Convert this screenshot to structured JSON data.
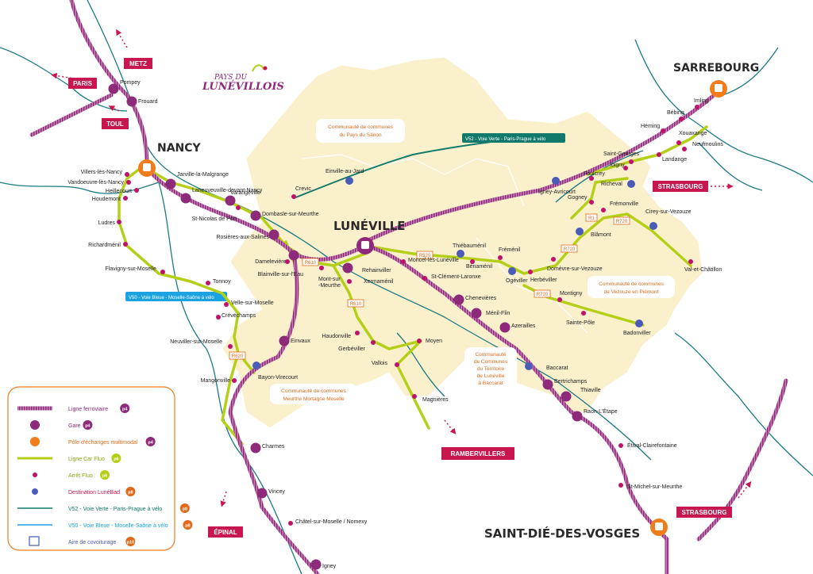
{
  "logo": {
    "line1": "PAYS DU",
    "line2": "LUNÉVILLOIS"
  },
  "cities": [
    {
      "name": "NANCY",
      "size": 14
    },
    {
      "name": "LUNÉVILLE",
      "size": 15
    },
    {
      "name": "SARREBOURG",
      "size": 14
    },
    {
      "name": "SAINT-DIÉ-DES-VOSGES",
      "size": 15
    }
  ],
  "directions": [
    {
      "label": "METZ"
    },
    {
      "label": "PARIS"
    },
    {
      "label": "TOUL"
    },
    {
      "label": "STRASBOURG"
    },
    {
      "label": "RAMBERVILLERS"
    },
    {
      "label": "ÉPINAL"
    },
    {
      "label": "STRASBOURG"
    }
  ],
  "communities": [
    {
      "lines": [
        "Communauté de communes",
        "du Pays du Sânon"
      ]
    },
    {
      "lines": [
        "Communauté de communes",
        "de Vezouze en Piémont"
      ]
    },
    {
      "lines": [
        "Communauté",
        "de Communes",
        "du Territoire",
        "de Lunéville",
        "à Baccarat"
      ]
    },
    {
      "lines": [
        "Communauté de communes",
        "Meurthe Mortagne Moselle"
      ]
    }
  ],
  "cycle_routes": [
    {
      "label": "V52 - Voie Verte - Paris-Prague à vélo"
    },
    {
      "label": "V50 - Voie Bleue - Moselle-Saône à vélo"
    }
  ],
  "road_labels": [
    "R520",
    "R720",
    "R720",
    "R720",
    "R610",
    "R610",
    "R620",
    "R1"
  ],
  "stations": [
    {
      "name": "Pompey"
    },
    {
      "name": "Frouard"
    },
    {
      "name": "Villers-lès-Nancy"
    },
    {
      "name": "Vandoeuvre-lès-Nancy"
    },
    {
      "name": "Heillecourt"
    },
    {
      "name": "Houdemont"
    },
    {
      "name": "Jarville-la-Malgrange"
    },
    {
      "name": "Laneuveuville-devant-Nancy"
    },
    {
      "name": "Varangéville"
    },
    {
      "name": "Dombasle-sur-Meurthe"
    },
    {
      "name": "St-Nicolas de Port"
    },
    {
      "name": "Rosières-aux-Salines"
    },
    {
      "name": "Ludres"
    },
    {
      "name": "Richardménil"
    },
    {
      "name": "Flavigny-sur-Moselle"
    },
    {
      "name": "Tonnoy"
    },
    {
      "name": "Velle-sur-Moselle"
    },
    {
      "name": "Crévéchamps"
    },
    {
      "name": "Neuviller-sur-Moselle"
    },
    {
      "name": "Bayon-Virecourt"
    },
    {
      "name": "Mangonville"
    },
    {
      "name": "Einvaux"
    },
    {
      "name": "Charmes"
    },
    {
      "name": "Vincey"
    },
    {
      "name": "Châtel-sur-Moselle / Nomexy"
    },
    {
      "name": "Igney"
    },
    {
      "name": "Damelevières"
    },
    {
      "name": "Blainville-sur-l'Eau"
    },
    {
      "name": "Mont-sur\n-Meurthe"
    },
    {
      "name": "Rehainviller"
    },
    {
      "name": "Xermaménil"
    },
    {
      "name": "Haudonville"
    },
    {
      "name": "Gerbéviller"
    },
    {
      "name": "Moyen"
    },
    {
      "name": "Vallois"
    },
    {
      "name": "Magnières"
    },
    {
      "name": "Crevic"
    },
    {
      "name": "Einville-au-Jard"
    },
    {
      "name": "Moncel-lès-Lunéville"
    },
    {
      "name": "St-Clément-Laronxe"
    },
    {
      "name": "Chenevières"
    },
    {
      "name": "Ménil-Flin"
    },
    {
      "name": "Azerailles"
    },
    {
      "name": "Baccarat"
    },
    {
      "name": "Bertrichamps"
    },
    {
      "name": "Thiaville"
    },
    {
      "name": "Raon-L'Étape"
    },
    {
      "name": "Étival-Clairefontaine"
    },
    {
      "name": "St-Michel-sur-Meurthe"
    },
    {
      "name": "Thiébauménil"
    },
    {
      "name": "Bénaménil"
    },
    {
      "name": "Fréménil"
    },
    {
      "name": "Ogéviller"
    },
    {
      "name": "Herbéviller"
    },
    {
      "name": "Domèvre-sur-Vezouze"
    },
    {
      "name": "Montigny"
    },
    {
      "name": "Sainte-Pôle"
    },
    {
      "name": "Badonviller"
    },
    {
      "name": "Blâmont"
    },
    {
      "name": "Frémonville"
    },
    {
      "name": "Cirey-sur-Vezouze"
    },
    {
      "name": "Val-et-Châtillon"
    },
    {
      "name": "Gogney"
    },
    {
      "name": "Igney-Avricourt"
    },
    {
      "name": "Foulcrey"
    },
    {
      "name": "Ibigny"
    },
    {
      "name": "Richeval"
    },
    {
      "name": "Saint-Georges"
    },
    {
      "name": "Landange"
    },
    {
      "name": "Xouaxange"
    },
    {
      "name": "Neufmoulins"
    },
    {
      "name": "Héming"
    },
    {
      "name": "Bébing"
    },
    {
      "name": "Imling"
    }
  ],
  "legend": {
    "items": [
      {
        "label": "Ligne ferroviaire",
        "page": "p4"
      },
      {
        "label": "Gare",
        "page": "p4"
      },
      {
        "label": "Pôle d'échanges multimodal",
        "page": "p4"
      },
      {
        "label": "Ligne Car Fluo",
        "page": "p6"
      },
      {
        "label": "Arrêt Fluo",
        "page": "p6"
      },
      {
        "label": "Destination LunéBad",
        "page": "p8"
      },
      {
        "label": "V52 - Voie Verte - Paris-Prague à vélo",
        "page": "p8"
      },
      {
        "label": "V50 - Voie Bleue - Moselle-Saône à vélo",
        "page": "p8"
      },
      {
        "label": "Aire de covoiturage",
        "page": "p10"
      }
    ]
  },
  "colors": {
    "rail": "#9c2f7d",
    "gare": "#8e2a7a",
    "hub": "#f07d1b",
    "fluo_line": "#b5cf18",
    "fluo_stop": "#c0116b",
    "lunebad": "#4a5bb8",
    "v52": "#117a6a",
    "v50": "#1aa3e0",
    "direction_box": "#c8164e",
    "territory": "#fbf0cc",
    "community_text": "#e06a1a"
  }
}
